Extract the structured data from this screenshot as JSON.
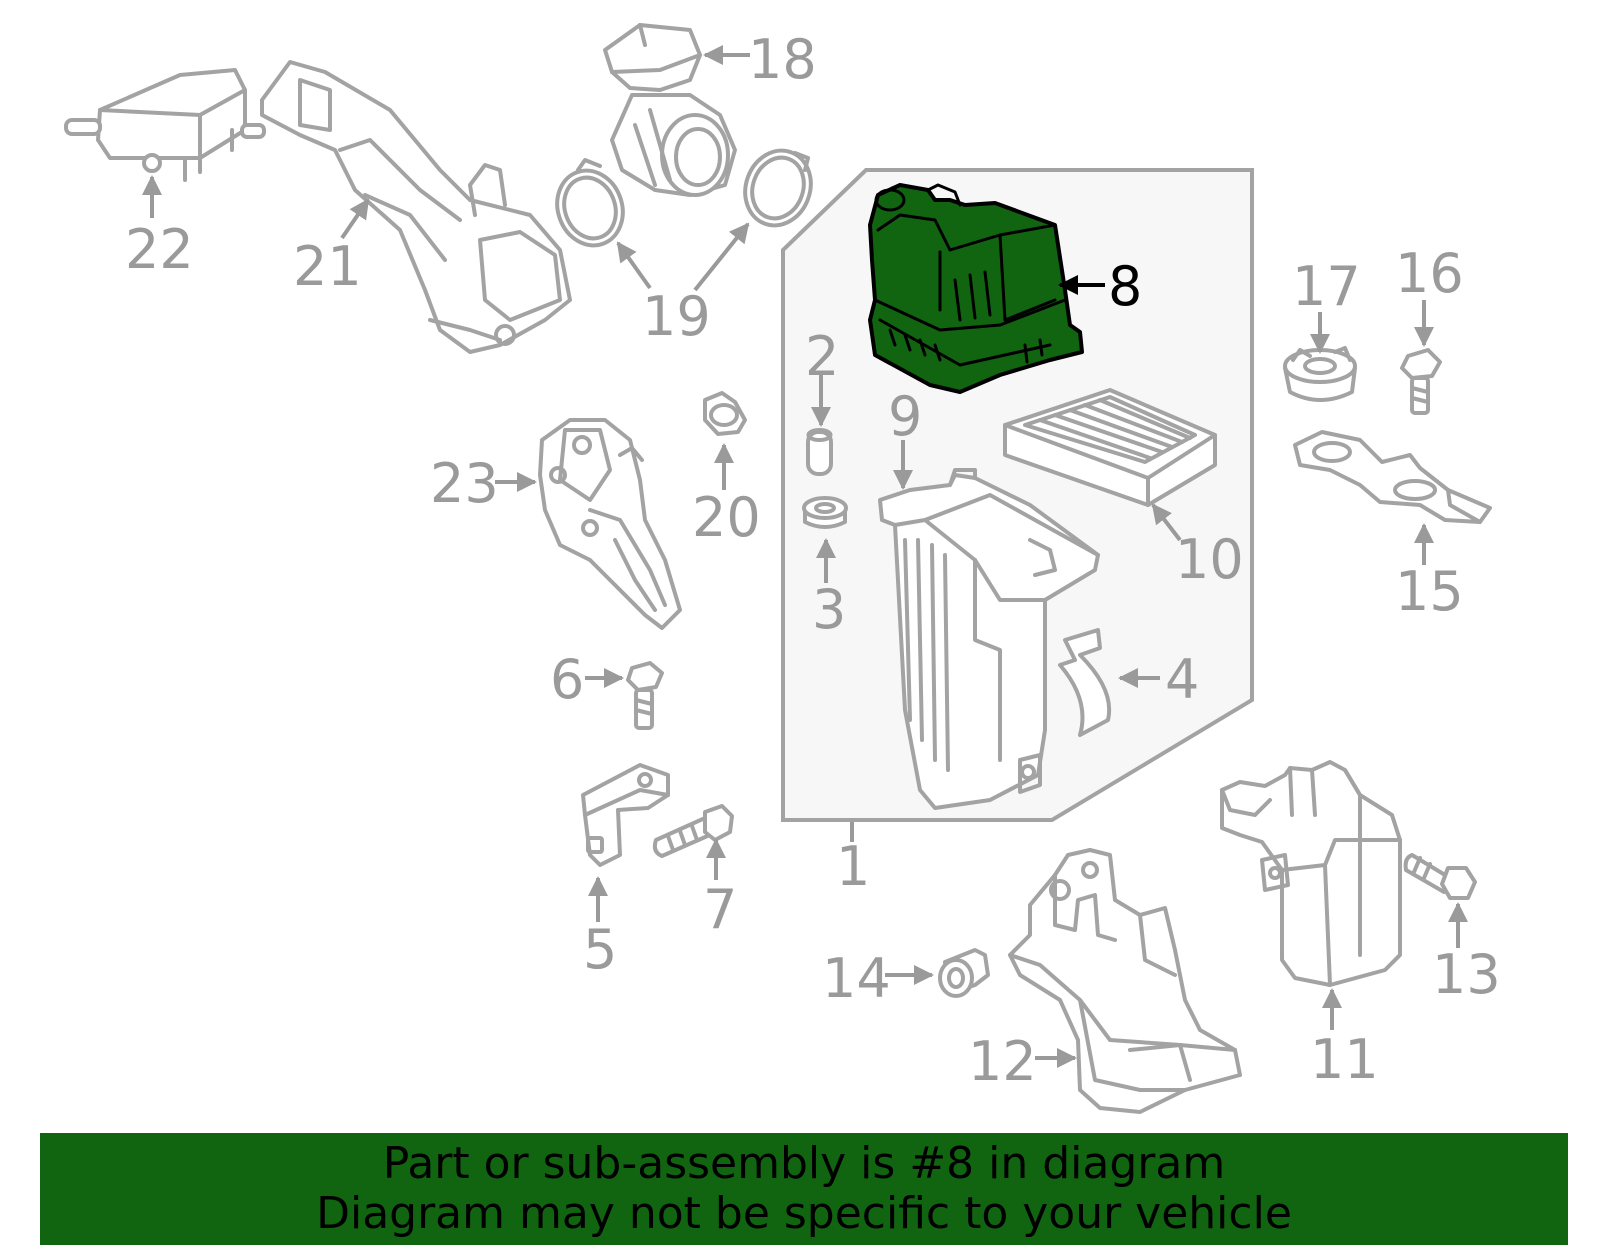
{
  "callouts": {
    "c1": "1",
    "c2": "2",
    "c3": "3",
    "c4": "4",
    "c5": "5",
    "c6": "6",
    "c7": "7",
    "c8": "8",
    "c9": "9",
    "c10": "10",
    "c11": "11",
    "c12": "12",
    "c13": "13",
    "c14": "14",
    "c15": "15",
    "c16": "16",
    "c17": "17",
    "c18": "18",
    "c19": "19",
    "c20": "20",
    "c21": "21",
    "c22": "22",
    "c23": "23"
  },
  "highlighted_part": "8",
  "colors": {
    "highlight": "#116410",
    "line": "#a3a3a3",
    "callout_text": "#9a9a9a",
    "panel": "#f7f7f7"
  },
  "banner": {
    "line1": "Part or sub-assembly is #8 in diagram",
    "line2": "Diagram may not be specific to your vehicle"
  }
}
